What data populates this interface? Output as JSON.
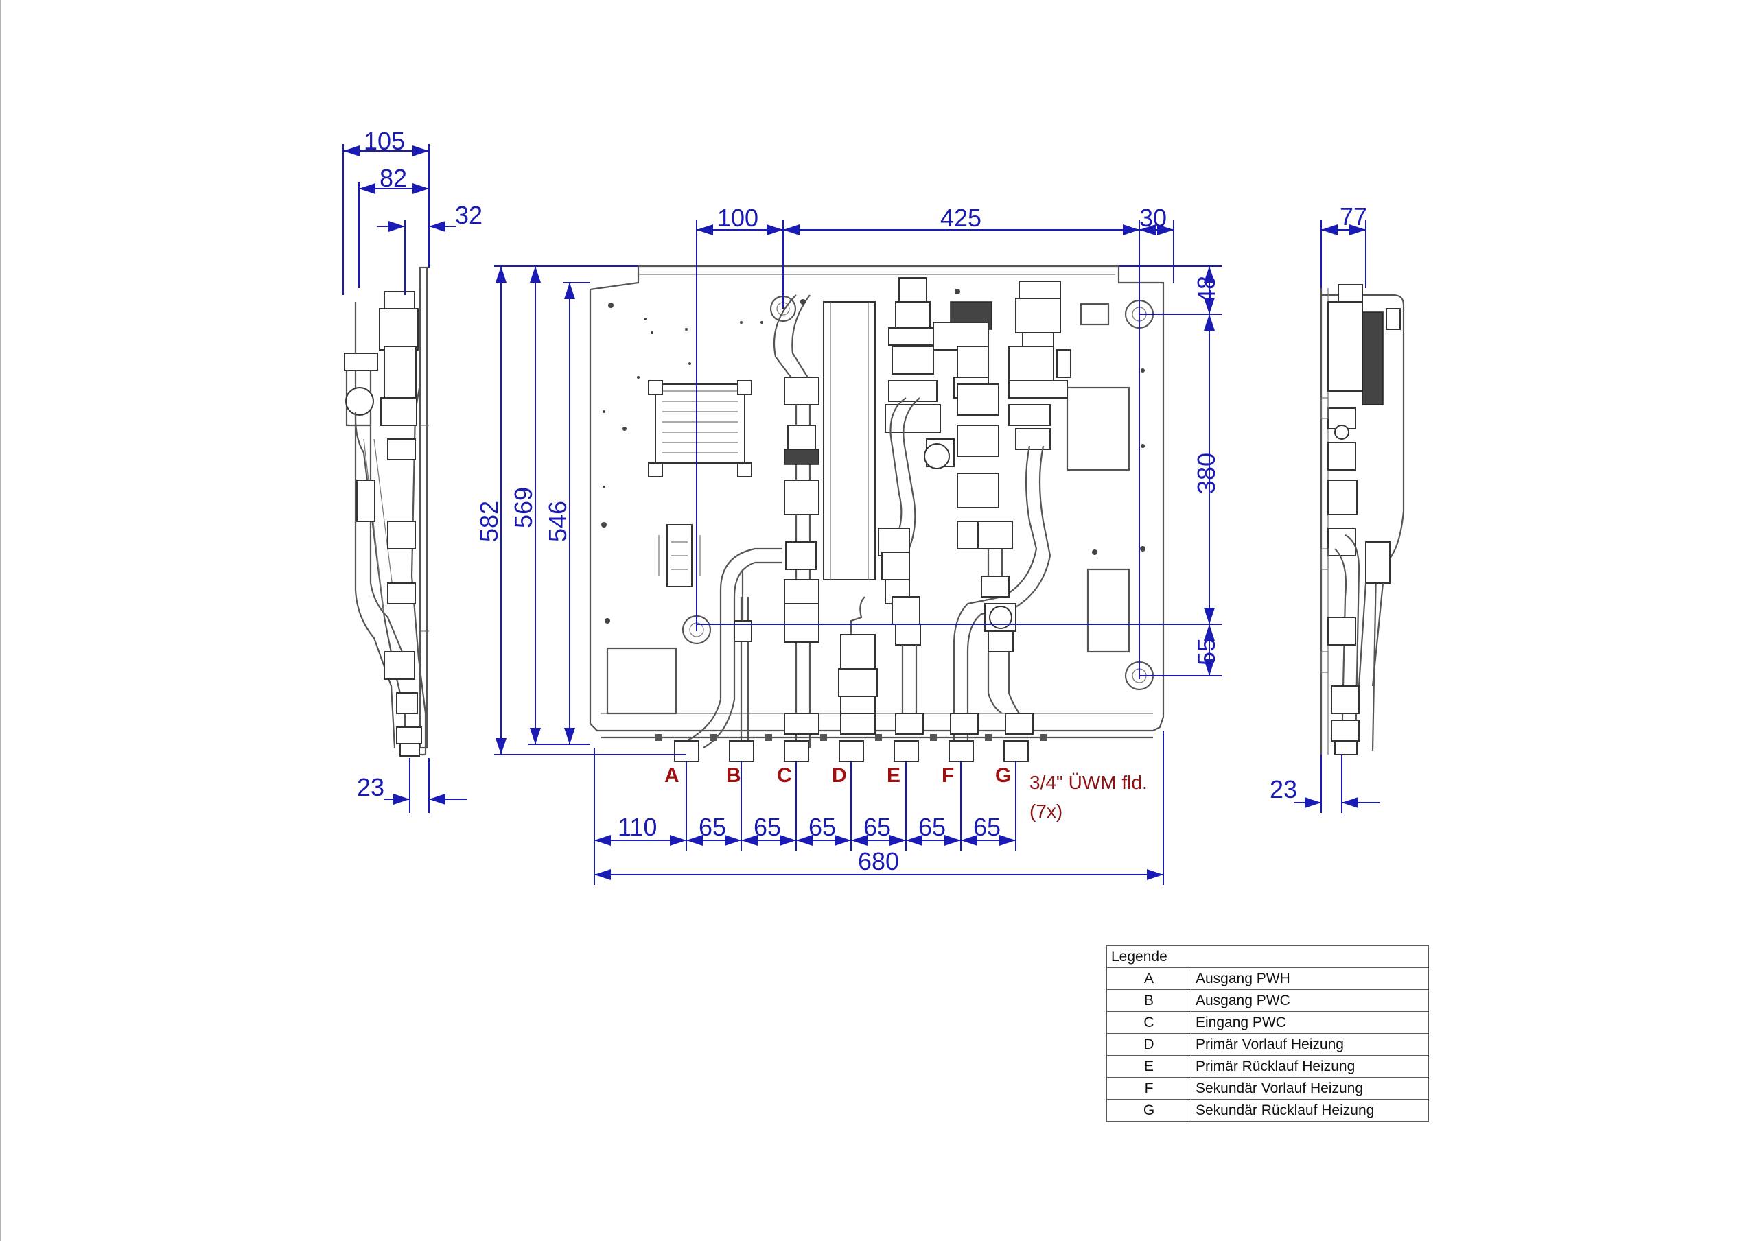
{
  "dimensions": {
    "side_left_w1": "105",
    "side_left_w2": "82",
    "side_left_w3": "32",
    "side_left_bottom": "23",
    "top_left": "100",
    "top_mid": "425",
    "top_right": "30",
    "h_total1": "582",
    "h_total2": "569",
    "h_total3": "546",
    "right_top": "48",
    "right_mid": "380",
    "right_bottom": "55",
    "side_right_w": "77",
    "side_right_bottom": "23",
    "bottom_first": "110",
    "bottom_pitch": [
      "65",
      "65",
      "65",
      "65",
      "65",
      "65"
    ],
    "bottom_total": "680"
  },
  "connections": [
    "A",
    "B",
    "C",
    "D",
    "E",
    "F",
    "G"
  ],
  "connection_note_line1": "3/4\" ÜWM fld.",
  "connection_note_line2": "(7x)",
  "legend": {
    "title": "Legende",
    "rows": [
      {
        "key": "A",
        "label": "Ausgang PWH"
      },
      {
        "key": "B",
        "label": "Ausgang PWC"
      },
      {
        "key": "C",
        "label": "Eingang PWC"
      },
      {
        "key": "D",
        "label": "Primär Vorlauf Heizung"
      },
      {
        "key": "E",
        "label": "Primär Rücklauf Heizung"
      },
      {
        "key": "F",
        "label": "Sekundär Vorlauf Heizung"
      },
      {
        "key": "G",
        "label": "Sekundär Rücklauf Heizung"
      }
    ]
  },
  "colors": {
    "dimension": "#1a1ab4",
    "connection_label": "#a01010",
    "outline": "#555555"
  }
}
